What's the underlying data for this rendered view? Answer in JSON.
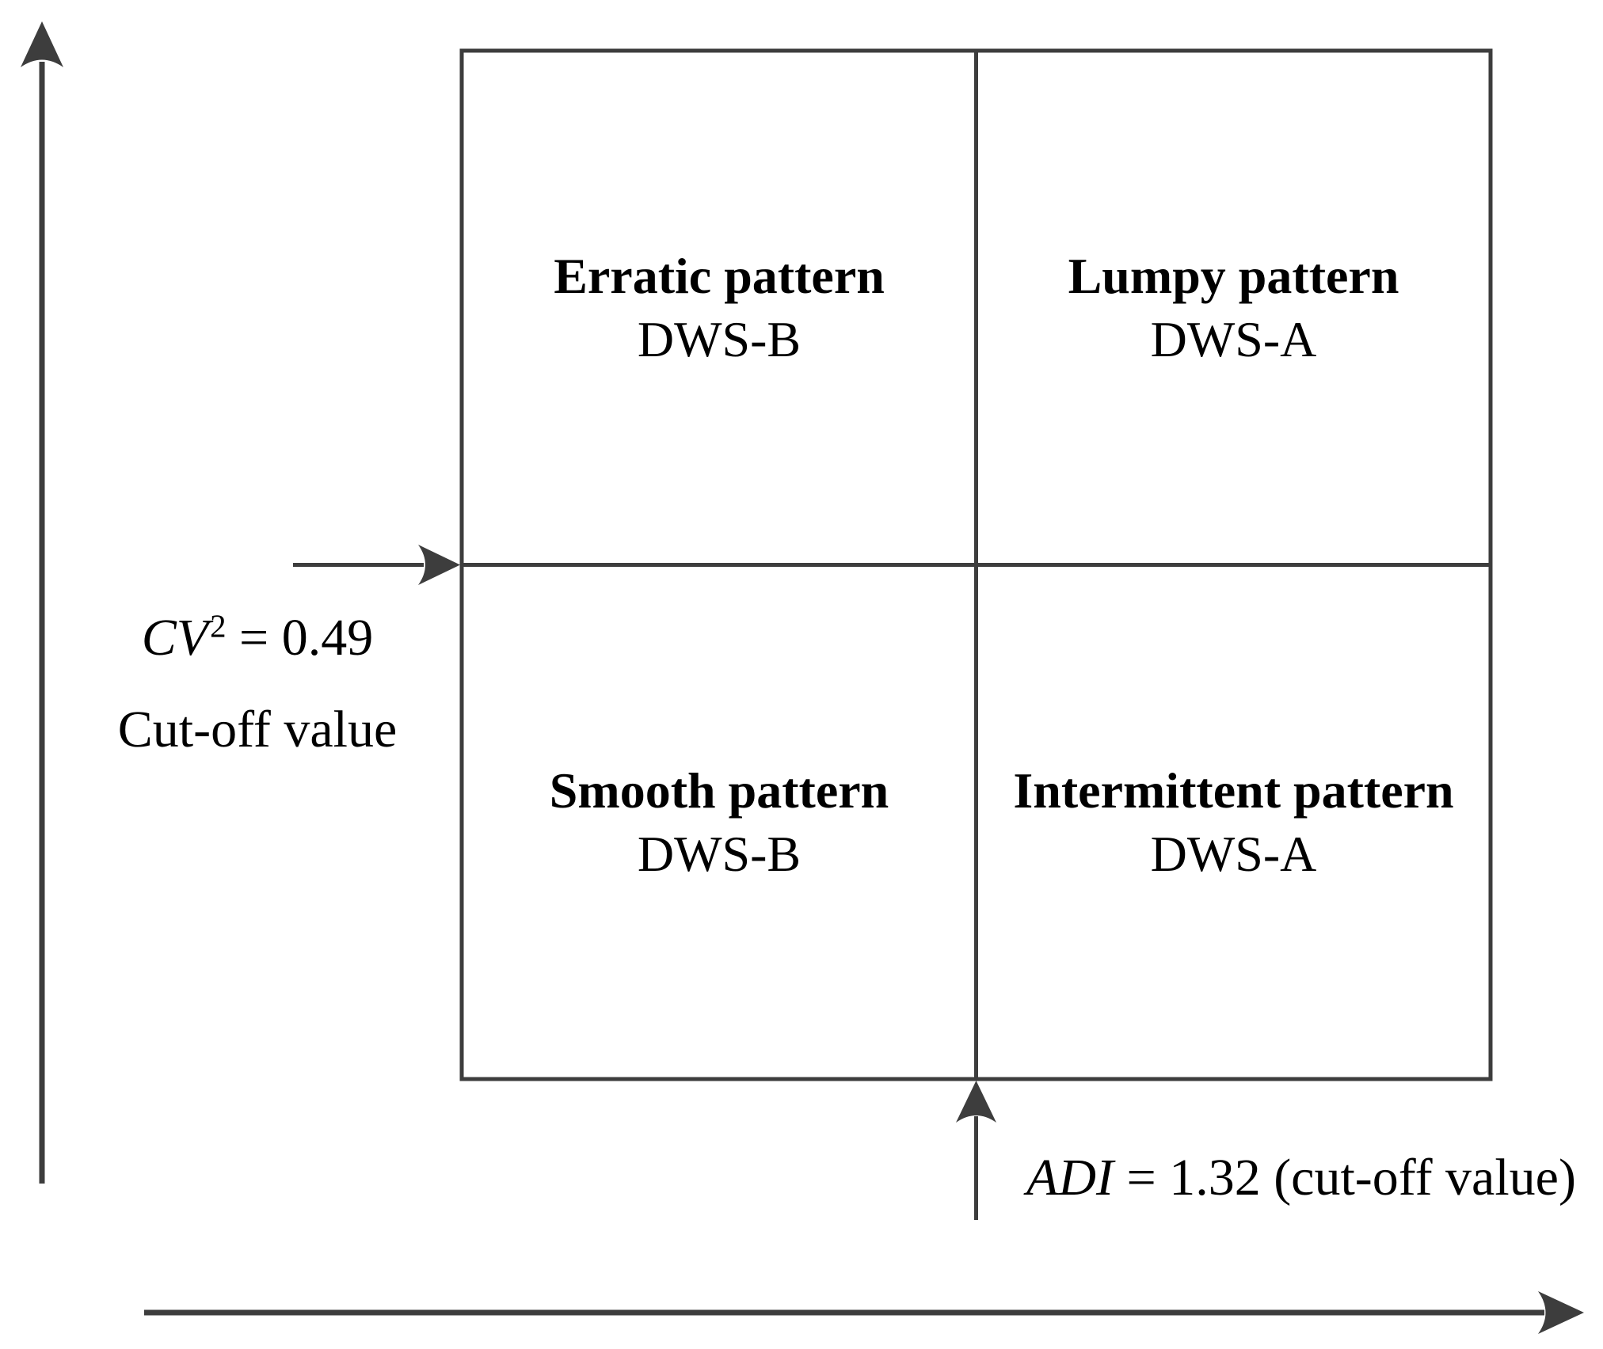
{
  "diagram": {
    "type": "quadrant-matrix",
    "background_color": "#ffffff",
    "line_color": "#3d3d3d",
    "text_color": "#000000",
    "quadrants": [
      {
        "position": "top-left",
        "title": "Erratic pattern",
        "subtitle": "DWS-B"
      },
      {
        "position": "top-right",
        "title": "Lumpy pattern",
        "subtitle": "DWS-A"
      },
      {
        "position": "bottom-left",
        "title": "Smooth pattern",
        "subtitle": "DWS-B"
      },
      {
        "position": "bottom-right",
        "title": "Intermittent pattern",
        "subtitle": "DWS-A"
      }
    ],
    "y_cutoff": {
      "symbol": "CV",
      "superscript": "2",
      "equals_value": " = 0.49",
      "caption": "Cut-off value"
    },
    "x_cutoff": {
      "symbol": "ADI",
      "equals_value": " = 1.32 (cut-off value)"
    }
  }
}
